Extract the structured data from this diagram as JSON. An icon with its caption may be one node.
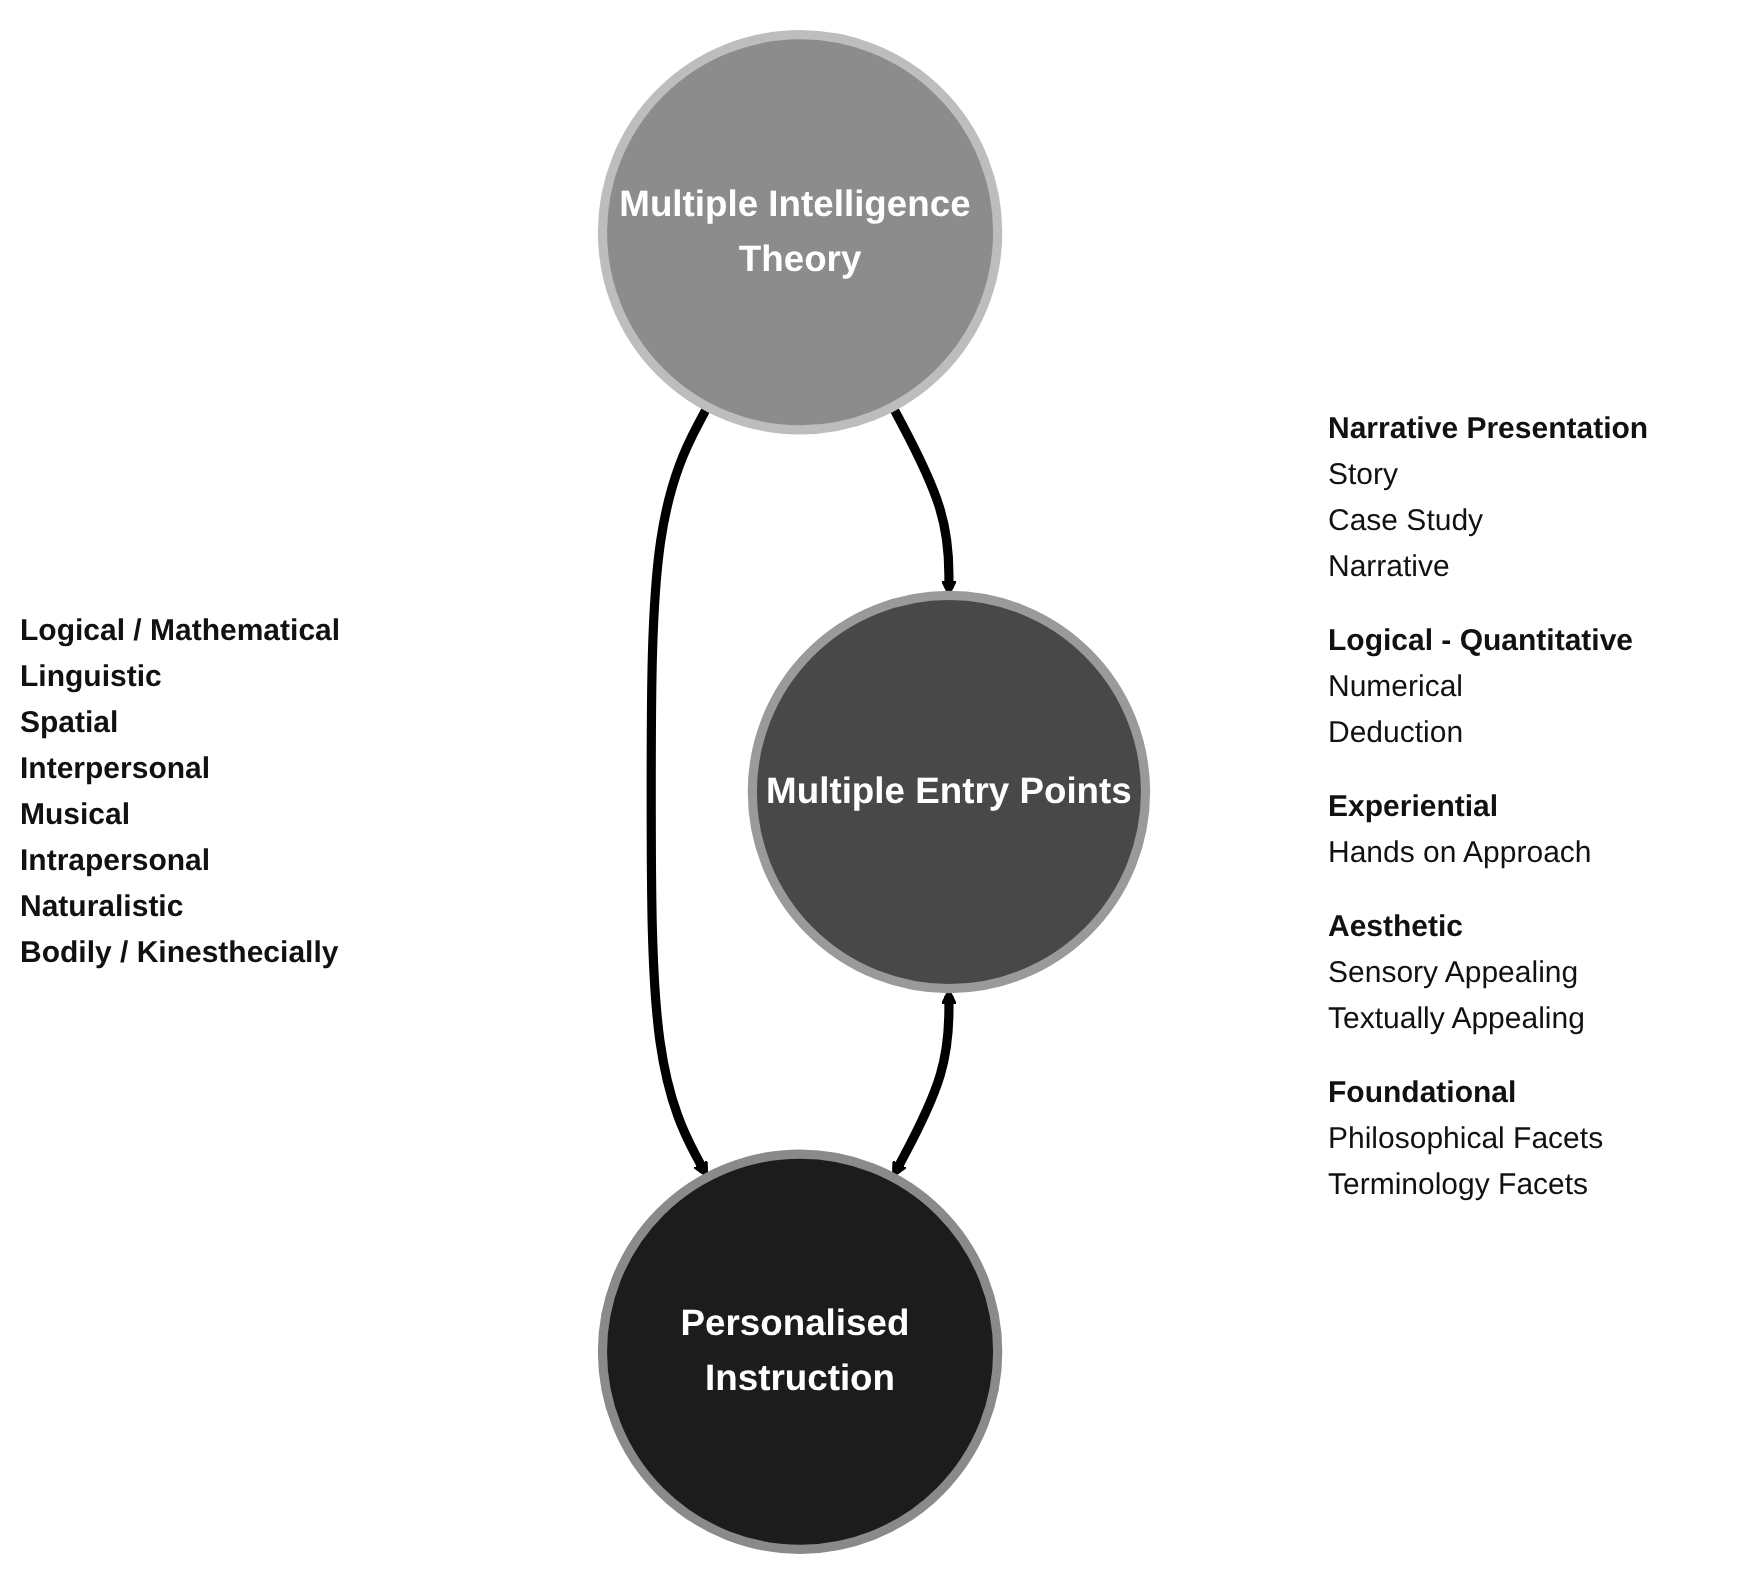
{
  "diagram": {
    "nodes": [
      {
        "text": [
          "Multiple Intelligence Theory"
        ]
      },
      {
        "text": [
          "Multiple Entry Points"
        ]
      },
      {
        "text": [
          "Personalised Instruction"
        ]
      }
    ],
    "edges": [
      {
        "from": 0,
        "to": 1,
        "arrow": "to"
      },
      {
        "from": 0,
        "to": 2,
        "arrow": "to"
      },
      {
        "from": 1,
        "to": 2,
        "arrow": "both"
      }
    ],
    "labels": [
      "Logical / Mathematical",
      "Linguistic",
      "Spatial",
      "Interpersonal",
      "Musical",
      "Intrapersonal",
      "Naturalistic",
      "Bodily / Kinesthecially",
      "Narrative Presentation",
      "Story",
      "Case Study",
      "Narrative",
      "Logical - Quantitative",
      "Numerical",
      "Deduction",
      "Experiential",
      "Hands on Approach",
      "Aesthetic",
      "Sensory Appealing",
      "Textually Appealing",
      "Foundational",
      "Philosophical Facets",
      "Terminology Facets"
    ]
  }
}
